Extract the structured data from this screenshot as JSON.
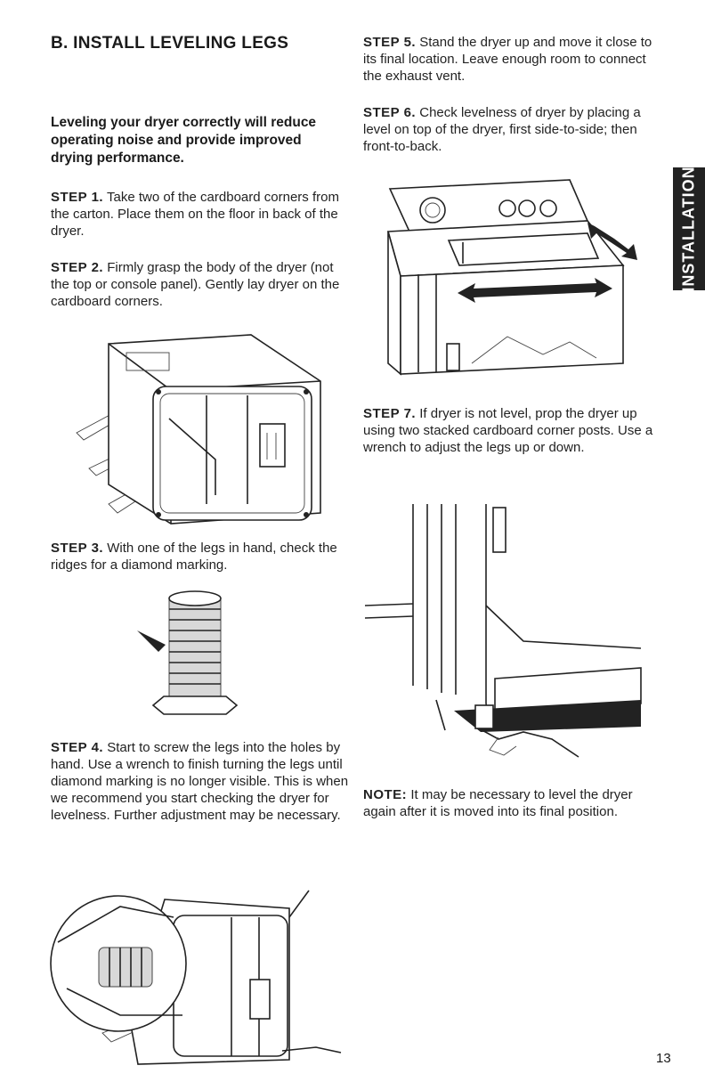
{
  "section": {
    "heading": "B. INSTALL LEVELING LEGS",
    "intro": "Leveling your dryer correctly will reduce operating noise and provide improved drying performance."
  },
  "steps": {
    "s1": {
      "label": "STEP 1.",
      "text": " Take two of the cardboard corners from the carton. Place them on the floor in back of the dryer."
    },
    "s2": {
      "label": "STEP 2.",
      "text": " Firmly grasp the body of the dryer (not the top or console panel). Gently lay dryer on the cardboard corners."
    },
    "s3": {
      "label": "STEP 3.",
      "text": " With one of the legs in hand, check the ridges for a diamond marking."
    },
    "s4": {
      "label": "STEP 4.",
      "text": " Start to screw the legs into the holes by hand. Use a wrench to finish turning the legs until diamond marking is no longer visible. This is when we recommend you start checking the dryer for levelness. Further adjustment may be necessary."
    },
    "s5": {
      "label": "STEP 5.",
      "text": " Stand the dryer up and move it close to its final location. Leave enough room to connect the exhaust vent."
    },
    "s6": {
      "label": "STEP 6.",
      "text": " Check levelness of dryer by placing a level on top of the dryer, first side-to-side; then front-to-back."
    },
    "s7": {
      "label": "STEP 7.",
      "text": " If dryer is not level, prop the dryer up using two stacked cardboard corner posts. Use a wrench to adjust the legs up or down."
    }
  },
  "note": {
    "label": "NOTE:",
    "text": " It may be necessary to level the dryer again after it is moved into its final position."
  },
  "tab": {
    "label": "INSTALLATION"
  },
  "page_number": "13"
}
